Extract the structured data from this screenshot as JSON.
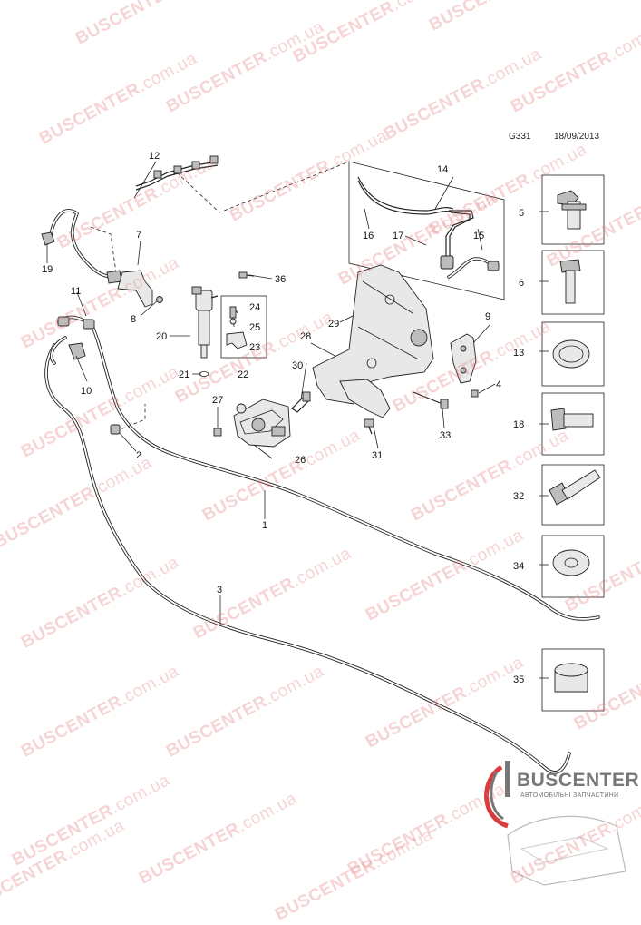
{
  "header": {
    "code": "G331",
    "date": "18/09/2013"
  },
  "watermark": {
    "brand": "BUSCENTER",
    "domain": ".com.ua"
  },
  "logo": {
    "name": "BUSCENTER",
    "tagline": "АВТОМОБІЛЬНІ ЗАПЧАСТИНИ"
  },
  "colors": {
    "line": "#222222",
    "watermark": "#e27878",
    "logo_red": "#d83c3c",
    "logo_gray": "#777777"
  },
  "callouts": [
    "1",
    "2",
    "3",
    "4",
    "5",
    "6",
    "8",
    "9",
    "10",
    "11",
    "12",
    "13",
    "14",
    "15",
    "16",
    "17",
    "18",
    "19",
    "20",
    "21",
    "22",
    "23",
    "24",
    "25",
    "26",
    "27",
    "28",
    "29",
    "30",
    "31",
    "32",
    "33",
    "34",
    "35",
    "36",
    "7"
  ],
  "side_parts": [
    {
      "number": "5",
      "icon": "hex-bolt-flange-icon"
    },
    {
      "number": "6",
      "icon": "hex-bolt-long-icon"
    },
    {
      "number": "13",
      "icon": "hose-clamp-icon"
    },
    {
      "number": "18",
      "icon": "hex-bolt-short-icon"
    },
    {
      "number": "32",
      "icon": "hex-bolt-shank-icon"
    },
    {
      "number": "34",
      "icon": "washer-icon"
    },
    {
      "number": "35",
      "icon": "sleeve-icon"
    }
  ]
}
